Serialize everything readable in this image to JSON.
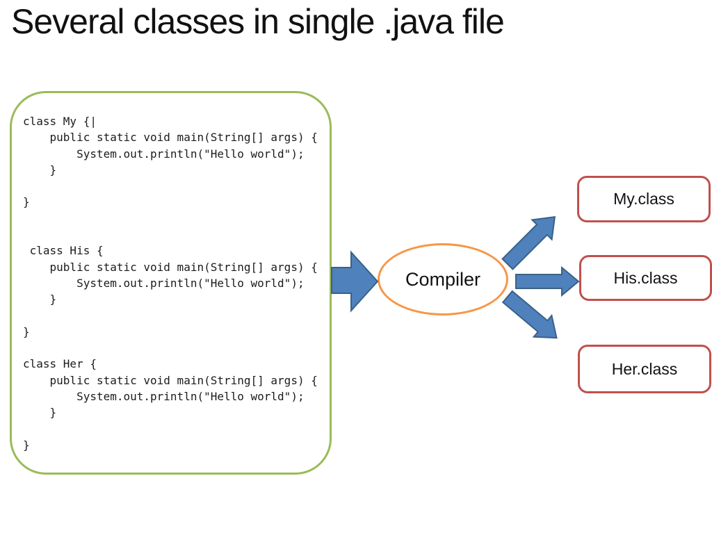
{
  "slide_title": "Several classes in single .java file",
  "code_panel": {
    "code": "class My {|\n    public static void main(String[] args) {\n        System.out.println(\"Hello world\");\n    }\n\n}\n\n\n class His {\n    public static void main(String[] args) {\n        System.out.println(\"Hello world\");\n    }\n\n}\n\nclass Her {\n    public static void main(String[] args) {\n        System.out.println(\"Hello world\");\n    }\n\n}"
  },
  "compiler": {
    "label": "Compiler"
  },
  "outputs": [
    {
      "label": "My.class"
    },
    {
      "label": "His.class"
    },
    {
      "label": "Her.class"
    }
  ],
  "colors": {
    "background": "#ffffff",
    "title_text": "#111111",
    "code_text": "#1b1b1b",
    "panel_border_green": "#9bbb59",
    "arrow_fill_blue": "#4f81bd",
    "arrow_stroke_blue": "#3a6186",
    "compiler_border_orange": "#f79646",
    "output_border_red": "#c0504d",
    "label_text": "#111111"
  }
}
